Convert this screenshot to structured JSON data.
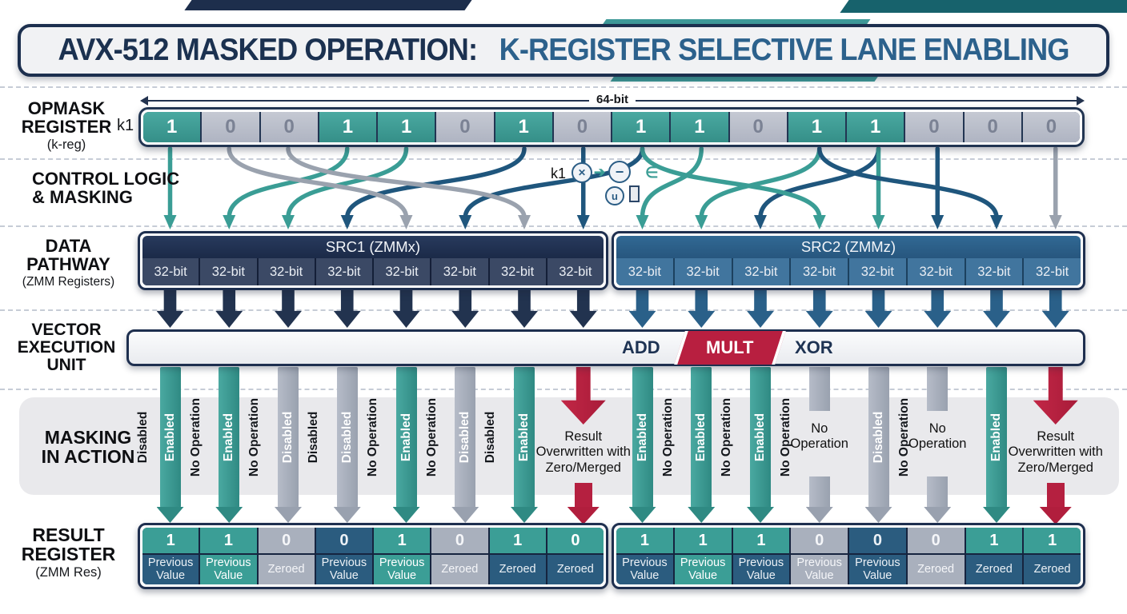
{
  "title": {
    "part1": "AVX-512 MASKED OPERATION:",
    "part2": "K-REGISTER SELECTIVE LANE ENABLING"
  },
  "labels": {
    "opmask": {
      "line1": "OPMASK",
      "line2": "REGISTER",
      "sub": "(k-reg)",
      "kreg": "k1"
    },
    "control": {
      "line1": "CONTROL LOGIC",
      "line2": "& MASKING"
    },
    "datapath": {
      "line1": "DATA",
      "line2": "PATHWAY",
      "sub": "(ZMM Registers)"
    },
    "exec": {
      "line1": "VECTOR",
      "line2": "EXECUTION",
      "line3": "UNIT"
    },
    "masking": {
      "line1": "MASKING",
      "line2": "IN ACTION"
    },
    "result": {
      "line1": "RESULT",
      "line2": "REGISTER",
      "sub": "(ZMM Res)"
    }
  },
  "opmask": {
    "width_label": "64-bit",
    "bits": [
      "1",
      "0",
      "0",
      "1",
      "1",
      "0",
      "1",
      "0",
      "1",
      "1",
      "0",
      "1",
      "1",
      "0",
      "0",
      "0"
    ]
  },
  "gadget": {
    "k1": "k1",
    "mux_glyph": "✕",
    "minus_glyph": "−",
    "u_glyph": "u",
    "element_glyph": "∈"
  },
  "datapath": {
    "src1_title": "SRC1 (ZMMx)",
    "src2_title": "SRC2 (ZMMz)",
    "cell_label": "32-bit"
  },
  "exec_ops": {
    "add": "ADD",
    "mult": "MULT",
    "xor": "XOR"
  },
  "wires": {
    "colors": [
      "teal",
      "teal",
      "teal",
      "steel",
      "gray",
      "steel",
      "gray",
      "steel",
      "teal",
      "teal",
      "steel",
      "teal",
      "teal",
      "steel",
      "steel",
      "gray"
    ],
    "src_map": [
      0,
      3,
      4,
      6,
      1,
      8,
      2,
      7,
      9,
      11,
      12,
      8,
      12,
      13,
      11,
      15
    ]
  },
  "masking": {
    "lanes": [
      {
        "type": "bar",
        "color": "teal",
        "label": "Enabled",
        "side_left": "Disabled",
        "side_right": "No Operation",
        "arrow": "teal"
      },
      {
        "type": "bar",
        "color": "teal",
        "label": "Enabled",
        "side_right": "No Operation",
        "arrow": "teal"
      },
      {
        "type": "bar",
        "color": "gray",
        "label": "Disabled",
        "side_right": "Disabled",
        "arrow": "gray"
      },
      {
        "type": "bar",
        "color": "gray",
        "label": "Disabled",
        "side_right": "No Operation",
        "arrow": "gray"
      },
      {
        "type": "bar",
        "color": "teal",
        "label": "Enabled",
        "side_right": "No Operation",
        "arrow": "teal"
      },
      {
        "type": "bar",
        "color": "gray",
        "label": "Disabled",
        "side_right": "Disabled",
        "arrow": "gray"
      },
      {
        "type": "bar",
        "color": "teal",
        "label": "Enabled",
        "arrow": "teal"
      },
      {
        "type": "overwrite",
        "caption": "Result Overwritten with Zero/Merged",
        "arrow": "red"
      },
      {
        "type": "bar",
        "color": "teal",
        "label": "Enabled",
        "side_right": "No Operation",
        "arrow": "teal"
      },
      {
        "type": "bar",
        "color": "teal",
        "label": "Enabled",
        "side_right": "No Operation",
        "arrow": "teal"
      },
      {
        "type": "bar",
        "color": "teal",
        "label": "Enabled",
        "side_right": "No Operation",
        "arrow": "teal"
      },
      {
        "type": "split",
        "color": "gray",
        "caption": "No Operation",
        "arrow": "gray"
      },
      {
        "type": "bar",
        "color": "gray",
        "label": "Disabled",
        "side_right": "No Operation",
        "arrow": "gray"
      },
      {
        "type": "split",
        "color": "gray",
        "caption": "No Operation",
        "arrow": "gray"
      },
      {
        "type": "bar",
        "color": "teal",
        "label": "Enabled",
        "arrow": "teal"
      },
      {
        "type": "overwrite",
        "caption": "Result Overwritten with Zero/Merged",
        "arrow": "red"
      }
    ]
  },
  "result": {
    "lanes": [
      {
        "bit": "1",
        "bit_color": "teal",
        "status": "Previous Value",
        "status_color": "blue"
      },
      {
        "bit": "1",
        "bit_color": "teal",
        "status": "Previous Value",
        "status_color": "teal"
      },
      {
        "bit": "0",
        "bit_color": "gray",
        "status": "Zeroed",
        "status_color": "gray"
      },
      {
        "bit": "0",
        "bit_color": "blue",
        "status": "Previous Value",
        "status_color": "blue"
      },
      {
        "bit": "1",
        "bit_color": "teal",
        "status": "Previous Value",
        "status_color": "teal"
      },
      {
        "bit": "0",
        "bit_color": "gray",
        "status": "Zeroed",
        "status_color": "gray"
      },
      {
        "bit": "1",
        "bit_color": "teal",
        "status": "Zeroed",
        "status_color": "blue"
      },
      {
        "bit": "0",
        "bit_color": "teal",
        "status": "Zeroed",
        "status_color": "blue"
      },
      {
        "bit": "1",
        "bit_color": "teal",
        "status": "Previous Value",
        "status_color": "blue"
      },
      {
        "bit": "1",
        "bit_color": "teal",
        "status": "Previous Value",
        "status_color": "teal"
      },
      {
        "bit": "1",
        "bit_color": "teal",
        "status": "Previous Value",
        "status_color": "blue"
      },
      {
        "bit": "0",
        "bit_color": "gray",
        "status": "Previous Value",
        "status_color": "gray"
      },
      {
        "bit": "0",
        "bit_color": "blue",
        "status": "Previous Value",
        "status_color": "blue"
      },
      {
        "bit": "0",
        "bit_color": "gray",
        "status": "Zeroed",
        "status_color": "gray"
      },
      {
        "bit": "1",
        "bit_color": "teal",
        "status": "Zeroed",
        "status_color": "blue"
      },
      {
        "bit": "1",
        "bit_color": "teal",
        "status": "Zeroed",
        "status_color": "blue"
      }
    ]
  },
  "colors": {
    "teal": "#3b9e96",
    "teal_dark": "#2f8a83",
    "gray": "#aab1be",
    "navy": "#1e2f4f",
    "steel": "#2c6390",
    "red": "#b81f40",
    "band": "#e9e9ec",
    "title_navy": "#1b3150",
    "title_steel": "#2c618c",
    "wire_teal": "#3a9d95",
    "wire_steel": "#1f567d",
    "wire_gray": "#9aa2ae"
  }
}
